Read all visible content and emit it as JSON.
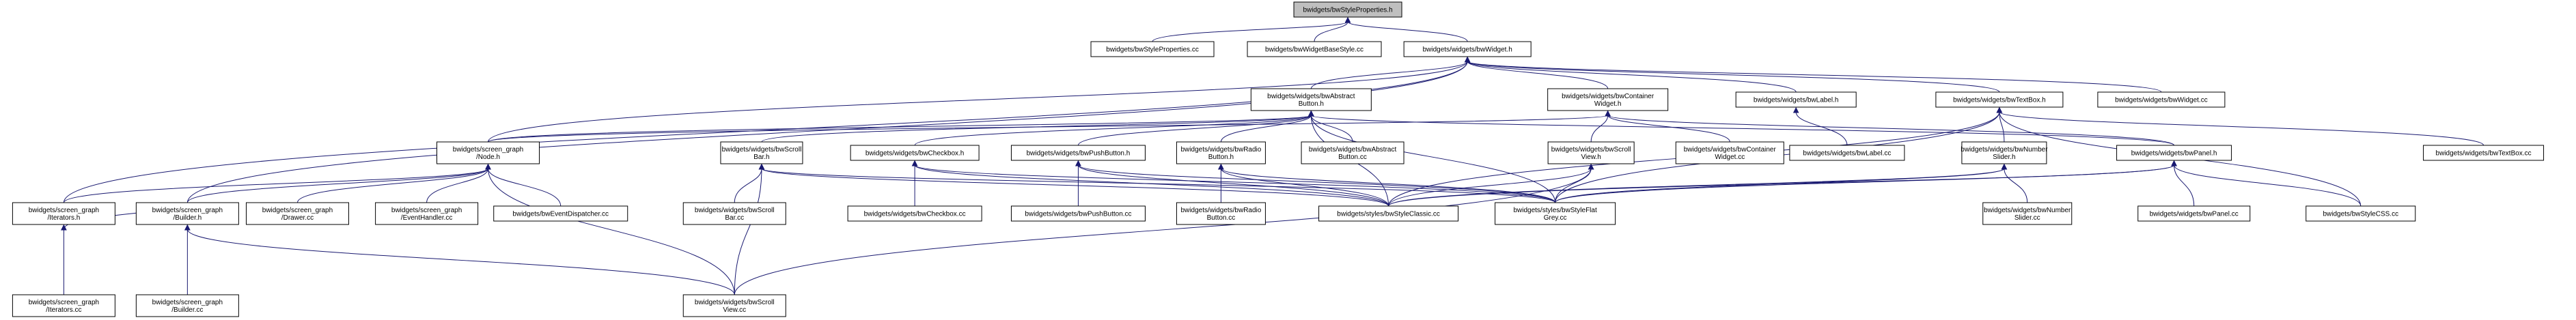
{
  "graph": {
    "edge_color": "#191970",
    "root_fill": "#bfbfbf",
    "nodes": [
      {
        "id": "root",
        "lines": [
          "bwidgets/bwStyleProperties.h"
        ],
        "root": true
      },
      {
        "id": "sp_cc",
        "lines": [
          "bwidgets/bwStyleProperties.cc"
        ]
      },
      {
        "id": "wbs_cc",
        "lines": [
          "bwidgets/bwWidgetBaseStyle.cc"
        ]
      },
      {
        "id": "widget_h",
        "lines": [
          "bwidgets/widgets/bwWidget.h"
        ]
      },
      {
        "id": "abstract_h",
        "lines": [
          "bwidgets/widgets/bwAbstract",
          "Button.h"
        ]
      },
      {
        "id": "container_h",
        "lines": [
          "bwidgets/widgets/bwContainer",
          "Widget.h"
        ]
      },
      {
        "id": "label_h",
        "lines": [
          "bwidgets/widgets/bwLabel.h"
        ]
      },
      {
        "id": "textbox_h",
        "lines": [
          "bwidgets/widgets/bwTextBox.h"
        ]
      },
      {
        "id": "widget_cc",
        "lines": [
          "bwidgets/widgets/bwWidget.cc"
        ]
      },
      {
        "id": "node_h",
        "lines": [
          "bwidgets/screen_graph",
          "/Node.h"
        ]
      },
      {
        "id": "scrollbar_h",
        "lines": [
          "bwidgets/widgets/bwScroll",
          "Bar.h"
        ]
      },
      {
        "id": "checkbox_h",
        "lines": [
          "bwidgets/widgets/bwCheckbox.h"
        ]
      },
      {
        "id": "pushbutton_h",
        "lines": [
          "bwidgets/widgets/bwPushButton.h"
        ]
      },
      {
        "id": "radio_h",
        "lines": [
          "bwidgets/widgets/bwRadio",
          "Button.h"
        ]
      },
      {
        "id": "abstract_cc",
        "lines": [
          "bwidgets/widgets/bwAbstract",
          "Button.cc"
        ]
      },
      {
        "id": "scrollview_h",
        "lines": [
          "bwidgets/widgets/bwScroll",
          "View.h"
        ]
      },
      {
        "id": "container_cc",
        "lines": [
          "bwidgets/widgets/bwContainer",
          "Widget.cc"
        ]
      },
      {
        "id": "label_cc",
        "lines": [
          "bwidgets/widgets/bwLabel.cc"
        ]
      },
      {
        "id": "numslider_h",
        "lines": [
          "bwidgets/widgets/bwNumber",
          "Slider.h"
        ]
      },
      {
        "id": "panel_h",
        "lines": [
          "bwidgets/widgets/bwPanel.h"
        ]
      },
      {
        "id": "textbox_cc",
        "lines": [
          "bwidgets/widgets/bwTextBox.cc"
        ]
      },
      {
        "id": "iterators_h",
        "lines": [
          "bwidgets/screen_graph",
          "/Iterators.h"
        ]
      },
      {
        "id": "builder_h",
        "lines": [
          "bwidgets/screen_graph",
          "/Builder.h"
        ]
      },
      {
        "id": "drawer_cc",
        "lines": [
          "bwidgets/screen_graph",
          "/Drawer.cc"
        ]
      },
      {
        "id": "eventhandler_cc",
        "lines": [
          "bwidgets/screen_graph",
          "/EventHandler.cc"
        ]
      },
      {
        "id": "eventdispatcher_cc",
        "lines": [
          "bwidgets/bwEventDispatcher.cc"
        ]
      },
      {
        "id": "scrollbar_cc",
        "lines": [
          "bwidgets/widgets/bwScroll",
          "Bar.cc"
        ]
      },
      {
        "id": "checkbox_cc",
        "lines": [
          "bwidgets/widgets/bwCheckbox.cc"
        ]
      },
      {
        "id": "pushbutton_cc",
        "lines": [
          "bwidgets/widgets/bwPushButton.cc"
        ]
      },
      {
        "id": "radio_cc",
        "lines": [
          "bwidgets/widgets/bwRadio",
          "Button.cc"
        ]
      },
      {
        "id": "styleclassic_cc",
        "lines": [
          "bwidgets/styles/bwStyleClassic.cc"
        ]
      },
      {
        "id": "styleflatgrey_cc",
        "lines": [
          "bwidgets/styles/bwStyleFlat",
          "Grey.cc"
        ]
      },
      {
        "id": "numslider_cc",
        "lines": [
          "bwidgets/widgets/bwNumber",
          "Slider.cc"
        ]
      },
      {
        "id": "panel_cc",
        "lines": [
          "bwidgets/widgets/bwPanel.cc"
        ]
      },
      {
        "id": "stylecss_cc",
        "lines": [
          "bwidgets/bwStyleCSS.cc"
        ]
      },
      {
        "id": "iterators_cc",
        "lines": [
          "bwidgets/screen_graph",
          "/Iterators.cc"
        ]
      },
      {
        "id": "builder_cc",
        "lines": [
          "bwidgets/screen_graph",
          "/Builder.cc"
        ]
      },
      {
        "id": "scrollview_cc",
        "lines": [
          "bwidgets/widgets/bwScroll",
          "View.cc"
        ]
      }
    ],
    "edges": [
      [
        "root",
        "sp_cc"
      ],
      [
        "root",
        "wbs_cc"
      ],
      [
        "root",
        "widget_h"
      ],
      [
        "widget_h",
        "abstract_h"
      ],
      [
        "widget_h",
        "container_h"
      ],
      [
        "widget_h",
        "label_h"
      ],
      [
        "widget_h",
        "textbox_h"
      ],
      [
        "widget_h",
        "widget_cc"
      ],
      [
        "widget_h",
        "node_h"
      ],
      [
        "widget_h",
        "iterators_h"
      ],
      [
        "widget_h",
        "builder_h"
      ],
      [
        "abstract_h",
        "node_h"
      ],
      [
        "abstract_h",
        "scrollbar_h"
      ],
      [
        "abstract_h",
        "checkbox_h"
      ],
      [
        "abstract_h",
        "pushbutton_h"
      ],
      [
        "abstract_h",
        "radio_h"
      ],
      [
        "abstract_h",
        "abstract_cc"
      ],
      [
        "abstract_h",
        "panel_h"
      ],
      [
        "abstract_h",
        "styleclassic_cc"
      ],
      [
        "abstract_h",
        "styleflatgrey_cc"
      ],
      [
        "container_h",
        "scrollview_h"
      ],
      [
        "container_h",
        "container_cc"
      ],
      [
        "container_h",
        "panel_h"
      ],
      [
        "container_h",
        "node_h"
      ],
      [
        "label_h",
        "label_cc"
      ],
      [
        "textbox_h",
        "numslider_h"
      ],
      [
        "textbox_h",
        "textbox_cc"
      ],
      [
        "textbox_h",
        "styleclassic_cc"
      ],
      [
        "textbox_h",
        "styleflatgrey_cc"
      ],
      [
        "textbox_h",
        "stylecss_cc"
      ],
      [
        "node_h",
        "iterators_h"
      ],
      [
        "node_h",
        "builder_h"
      ],
      [
        "node_h",
        "drawer_cc"
      ],
      [
        "node_h",
        "eventhandler_cc"
      ],
      [
        "node_h",
        "eventdispatcher_cc"
      ],
      [
        "node_h",
        "scrollview_cc"
      ],
      [
        "scrollbar_h",
        "scrollbar_cc"
      ],
      [
        "scrollbar_h",
        "scrollview_cc"
      ],
      [
        "scrollbar_h",
        "styleclassic_cc"
      ],
      [
        "scrollbar_h",
        "styleflatgrey_cc"
      ],
      [
        "checkbox_h",
        "checkbox_cc"
      ],
      [
        "checkbox_h",
        "styleclassic_cc"
      ],
      [
        "checkbox_h",
        "styleflatgrey_cc"
      ],
      [
        "pushbutton_h",
        "pushbutton_cc"
      ],
      [
        "pushbutton_h",
        "styleclassic_cc"
      ],
      [
        "pushbutton_h",
        "styleflatgrey_cc"
      ],
      [
        "radio_h",
        "radio_cc"
      ],
      [
        "radio_h",
        "styleclassic_cc"
      ],
      [
        "radio_h",
        "styleflatgrey_cc"
      ],
      [
        "scrollview_h",
        "styleclassic_cc"
      ],
      [
        "scrollview_h",
        "styleflatgrey_cc"
      ],
      [
        "scrollview_h",
        "scrollview_cc"
      ],
      [
        "numslider_h",
        "numslider_cc"
      ],
      [
        "numslider_h",
        "styleclassic_cc"
      ],
      [
        "numslider_h",
        "styleflatgrey_cc"
      ],
      [
        "panel_h",
        "panel_cc"
      ],
      [
        "panel_h",
        "styleclassic_cc"
      ],
      [
        "panel_h",
        "styleflatgrey_cc"
      ],
      [
        "panel_h",
        "stylecss_cc"
      ],
      [
        "iterators_h",
        "iterators_cc"
      ],
      [
        "iterators_h",
        "builder_h"
      ],
      [
        "builder_h",
        "builder_cc"
      ],
      [
        "builder_h",
        "scrollview_cc"
      ]
    ]
  }
}
